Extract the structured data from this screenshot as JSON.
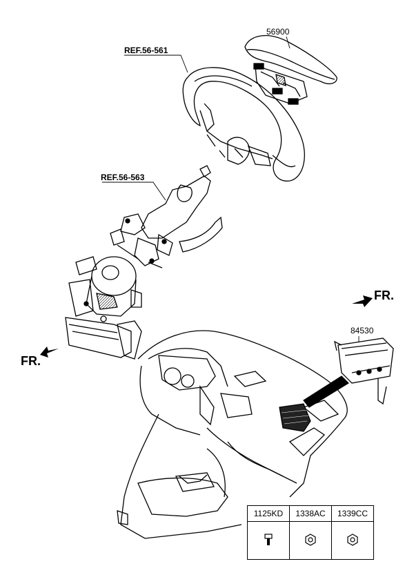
{
  "callouts": {
    "steering_wheel_ref": "REF.56-561",
    "steering_column_ref": "REF.56-563",
    "airbag_module_part": "56900",
    "passenger_airbag_part": "84530"
  },
  "direction_labels": {
    "front_right": "FR.",
    "front_left": "FR."
  },
  "parts_table": {
    "columns": [
      "1125KD",
      "1338AC",
      "1339CC"
    ],
    "symbols": [
      "bolt-icon",
      "nut-icon",
      "nut-icon"
    ]
  }
}
